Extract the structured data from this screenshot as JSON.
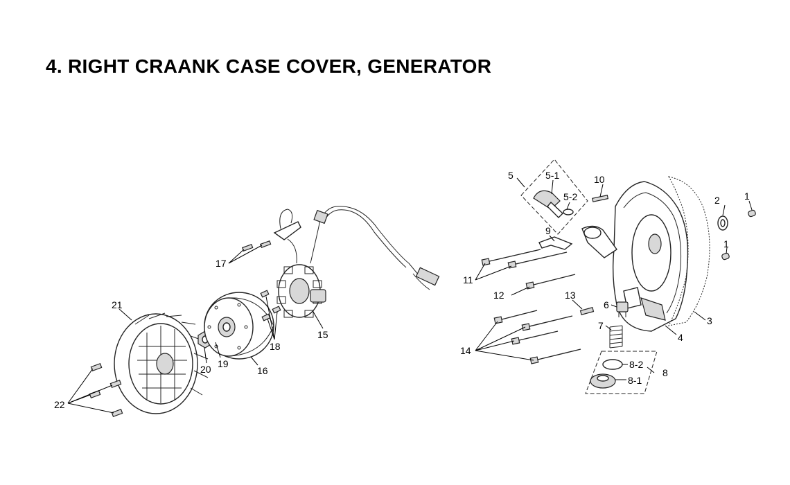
{
  "title": "4. RIGHT CRAANK CASE COVER, GENERATOR",
  "callouts": {
    "c1a": "1",
    "c1b": "1",
    "c2": "2",
    "c3": "3",
    "c4": "4",
    "c5": "5",
    "c5_1": "5-1",
    "c5_2": "5-2",
    "c6": "6",
    "c7": "7",
    "c8": "8",
    "c8_1": "8-1",
    "c8_2": "8-2",
    "c9": "9",
    "c10": "10",
    "c11": "11",
    "c12": "12",
    "c13": "13",
    "c14": "14",
    "c15": "15",
    "c16": "16",
    "c17": "17",
    "c18": "18",
    "c19": "19",
    "c20": "20",
    "c21": "21",
    "c22": "22"
  }
}
